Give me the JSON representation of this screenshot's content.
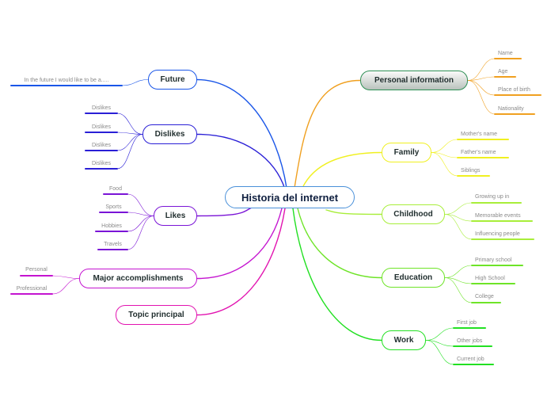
{
  "central": {
    "label": "Historia del internet"
  },
  "branches": {
    "future": {
      "label": "Future",
      "color": "#1a56e8",
      "leaves": [
        "In the future I would like to be a....."
      ]
    },
    "dislikes": {
      "label": "Dislikes",
      "color": "#2a1fd6",
      "leaves": [
        "Dislikes",
        "Dislikes",
        "Dislikes",
        "Dislikes"
      ]
    },
    "likes": {
      "label": "Likes",
      "color": "#7a14d6",
      "leaves": [
        "Food",
        "Sports",
        "Hobbies",
        "Travels"
      ]
    },
    "major": {
      "label": "Major accomplishments",
      "color": "#c414d0",
      "leaves": [
        "Personal",
        "Professional"
      ]
    },
    "topic": {
      "label": "Topic principal",
      "color": "#e214b0",
      "leaves": []
    },
    "personal": {
      "label": "Personal information",
      "color": "#f0a020",
      "leaves": [
        "Name",
        "Age",
        "Place of birth",
        "Nationality"
      ]
    },
    "family": {
      "label": "Family",
      "color": "#f0f020",
      "leaves": [
        "Mother's name",
        "Father's name",
        "Siblings"
      ]
    },
    "childhood": {
      "label": "Childhood",
      "color": "#a8ee3a",
      "leaves": [
        "Growing up in",
        "Memorable events",
        "Influencing people"
      ]
    },
    "education": {
      "label": "Education",
      "color": "#6ee428",
      "leaves": [
        "Primary school",
        "High School",
        "College"
      ]
    },
    "work": {
      "label": "Work",
      "color": "#22e022",
      "leaves": [
        "First job",
        "Other jobs",
        "Current job"
      ]
    }
  }
}
